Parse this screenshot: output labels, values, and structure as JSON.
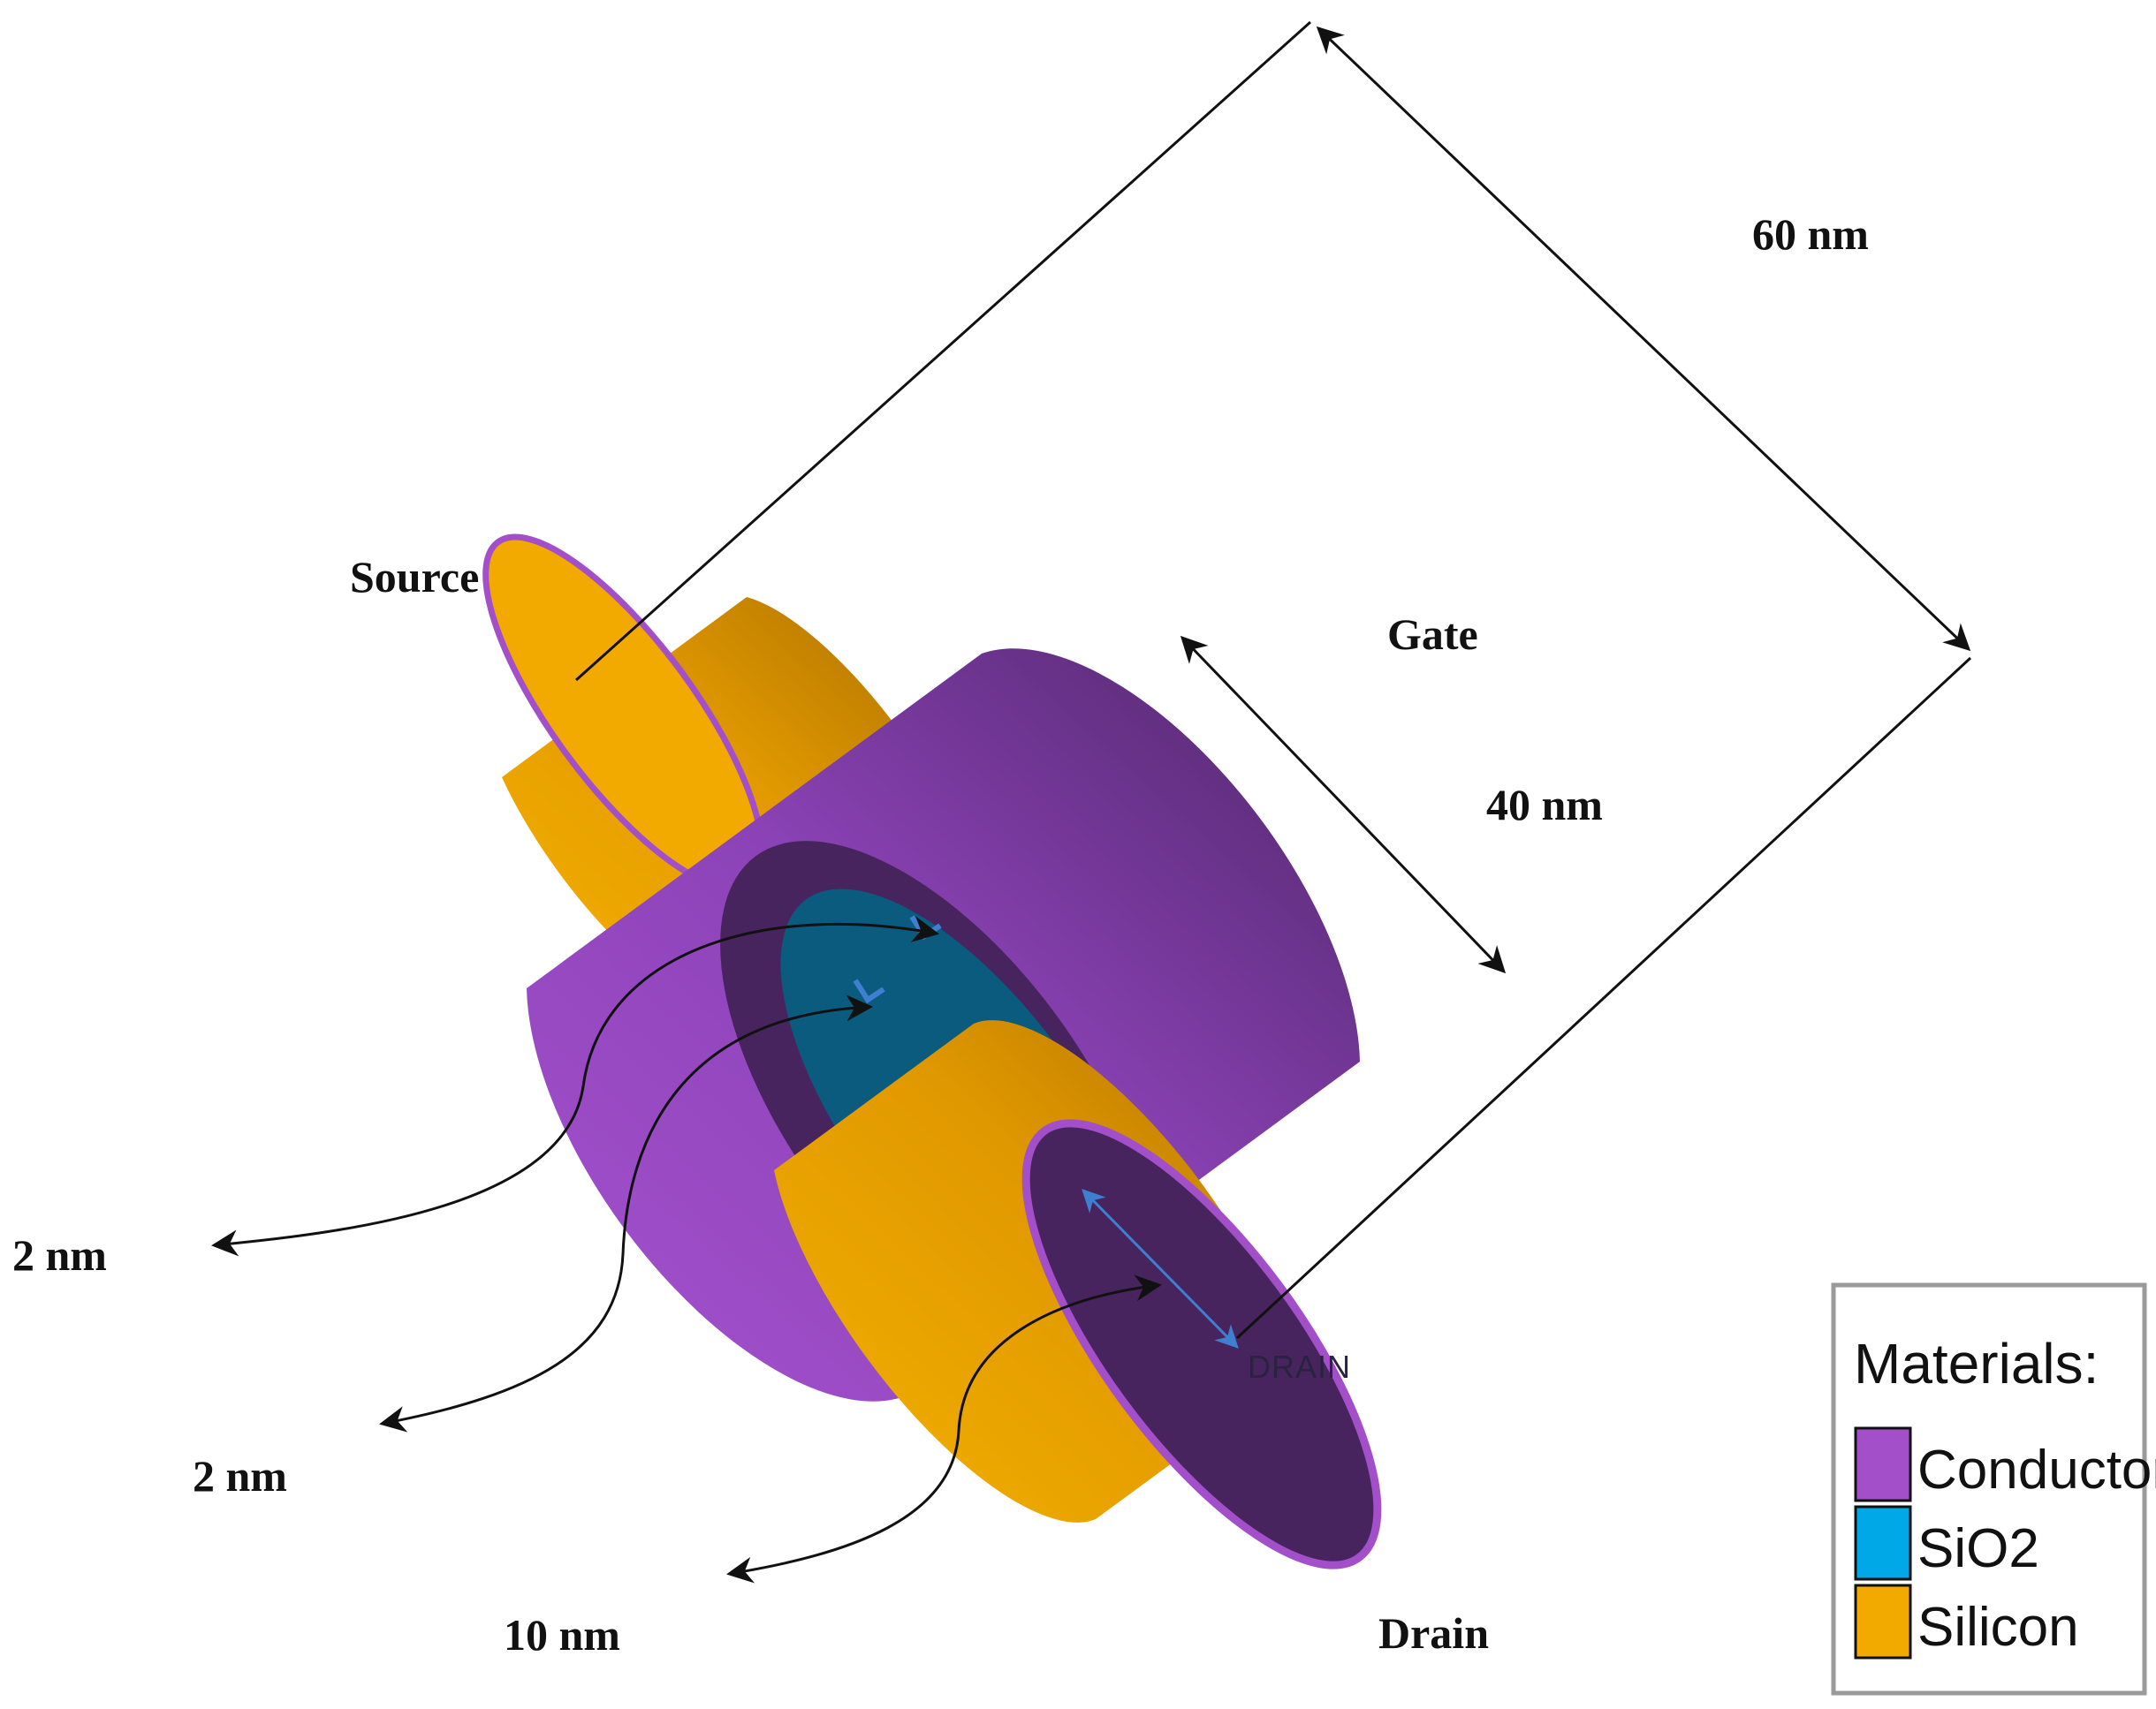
{
  "colors": {
    "conductor": "#a24fc9",
    "conductor_dark": "#47245e",
    "sio2": "#0a5b7e",
    "silicon": "#f2a900",
    "dimension_blue": "#3f7fd0"
  },
  "labels": {
    "source": "Source",
    "gate": "Gate",
    "drain": "Drain",
    "drain_face": "DRAIN"
  },
  "dimensions": {
    "total_length": "60 nm",
    "gate_length": "40 nm",
    "oxide_thickness_1": "2 nm",
    "oxide_thickness_2": "2 nm",
    "channel_diameter": "10 nm"
  },
  "legend": {
    "title": "Materials:",
    "items": [
      {
        "label": "Conductor",
        "color": "#a24fc9"
      },
      {
        "label": "SiO2",
        "color": "#00a8e8"
      },
      {
        "label": "Silicon",
        "color": "#f2a900"
      }
    ]
  }
}
